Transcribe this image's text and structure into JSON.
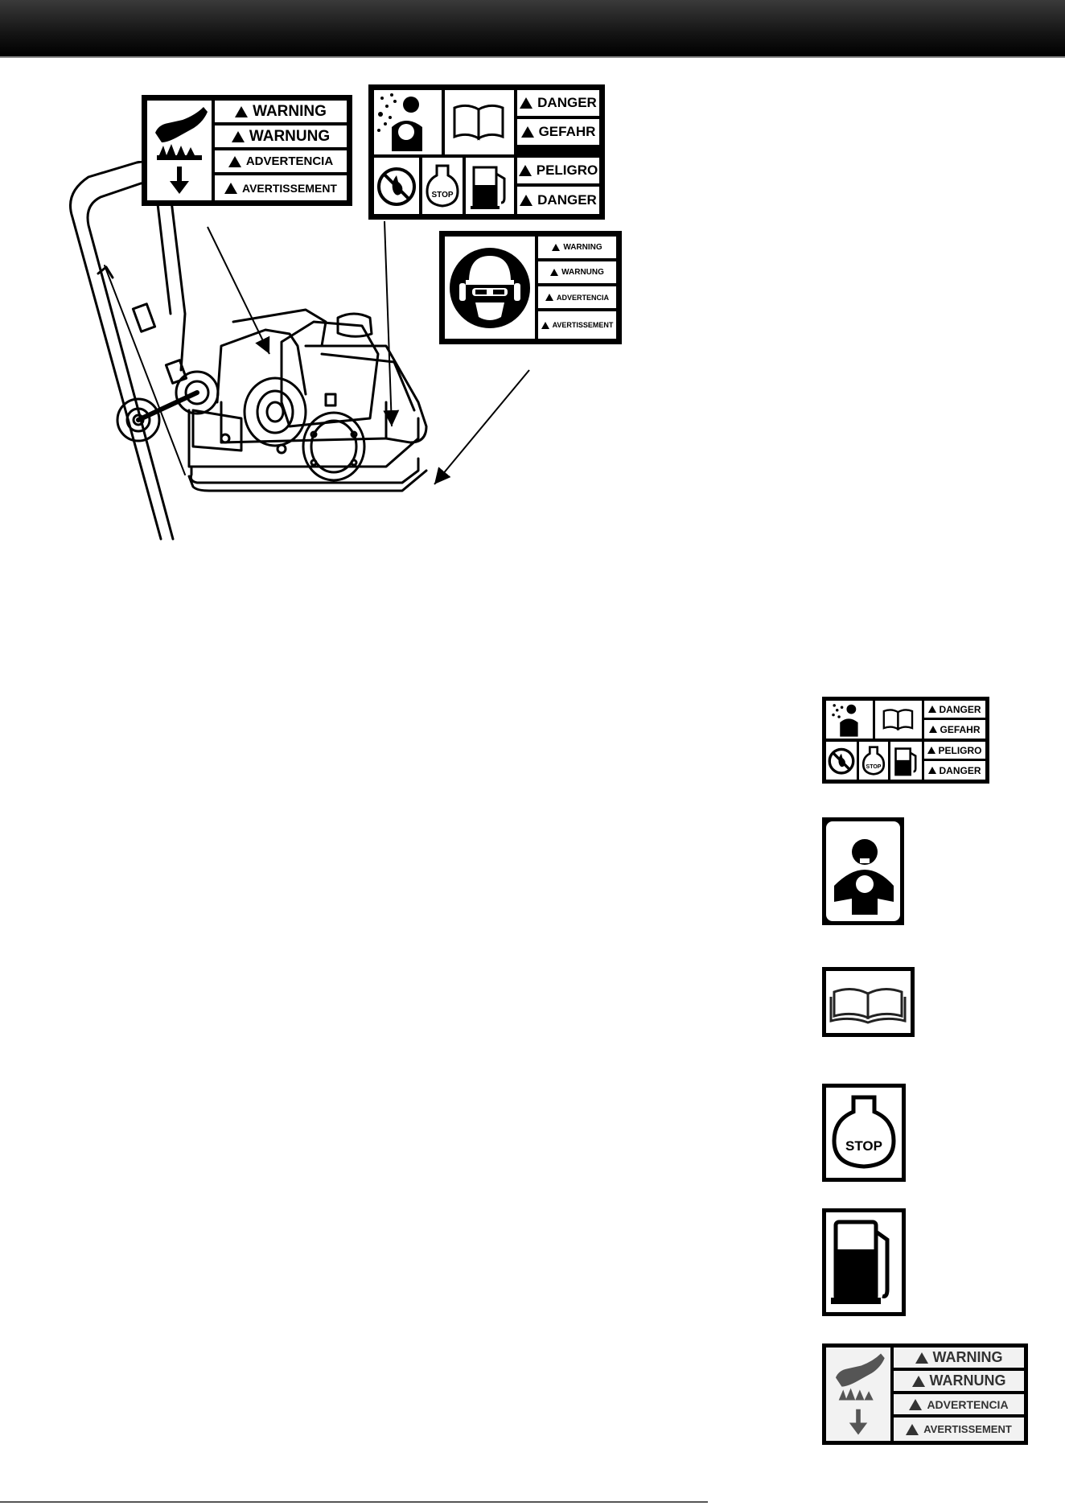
{
  "labels": {
    "hot_surface": {
      "lines": [
        "WARNING",
        "WARNUNG",
        "ADVERTENCIA",
        "AVERTISSEMENT"
      ]
    },
    "danger": {
      "lines": [
        "DANGER",
        "GEFAHR",
        "PELIGRO",
        "DANGER"
      ],
      "stop_text": "STOP"
    },
    "ppe": {
      "lines": [
        "WARNING",
        "WARNUNG",
        "ADVERTENCIA",
        "AVERTISSEMENT"
      ]
    }
  },
  "legend": {
    "danger": {
      "lines": [
        "DANGER",
        "GEFAHR",
        "PELIGRO",
        "DANGER"
      ],
      "stop_text": "STOP"
    },
    "stop_icon_text": "STOP",
    "hot_surface": {
      "lines": [
        "WARNING",
        "WARNUNG",
        "ADVERTENCIA",
        "AVERTISSEMENT"
      ]
    }
  },
  "icons": [
    "hot-surface-icon",
    "toxic-fumes-icon",
    "manual-icon",
    "no-fire-icon",
    "stop-engine-icon",
    "fuel-pump-icon",
    "ppe-icon"
  ]
}
